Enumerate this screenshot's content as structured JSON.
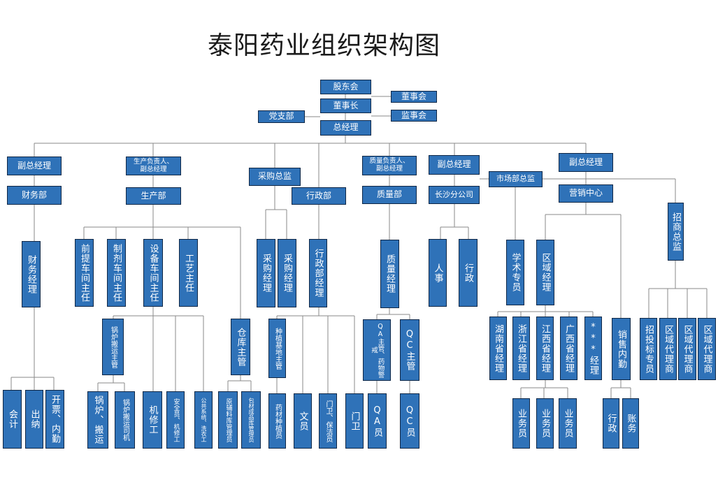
{
  "title": "泰阳药业组织架构图",
  "colors": {
    "box": "#2f72b8",
    "border": "#0f2746",
    "text": "#ffffff",
    "line": "#8a8a8a"
  },
  "nodes": {
    "gudonghui": "股东会",
    "dongshihui": "董事会",
    "dongshizhang": "董事长",
    "jianshihui": "监事会",
    "dangzhibu": "党支部",
    "zongjingli": "总经理",
    "fuzong_cw": "副总经理",
    "shengchan_fzr": "生产负责人、\n副总经理",
    "caigou_zongjian": "采购总监",
    "zhiliang_fzr": "质量负责人、\n副总经理",
    "fuzong_cs": "副总经理",
    "shichangbu_zongjian": "市场部总监",
    "fuzong_yx": "副总经理",
    "caiwubu": "财务部",
    "shengchanbu": "生产部",
    "xingzhengbu": "行政部",
    "zhiliangbu": "质量部",
    "changsha": "长沙分公司",
    "yingxiao": "营销中心",
    "zhaoshang_zongjian": "招商总监",
    "caiwu_jingli": "财务经理",
    "qiantishe": "前提车间主任",
    "zhiji": "制剂车间主任",
    "shebei": "设备车间主任",
    "gongyi": "工艺主任",
    "cangku": "仓库主管",
    "guolu_zhuguan": "锅炉搬运主管",
    "caigou_jingli1": "采购经理",
    "caigou_jingli2": "采购经理",
    "xingzheng_jingli": "行政部经理",
    "zhongzhi": "种植基地主管",
    "zhiliang_jingli": "质量经理",
    "qa_zhuguan": "QA主管、药物警戒",
    "qc_zhuguan": "QC主管",
    "renshi": "人事",
    "xingzheng_cs": "行政",
    "xueshu": "学术专员",
    "quyu_jingli": "区域经理",
    "hunan": "湖南省经理",
    "zhejiang": "浙江省经理",
    "jiangxi": "江西省经理",
    "guangxi": "广西省经理",
    "xxx": "***经理",
    "xiaoshou_neiqin": "销售内勤",
    "zhaotoubiao": "招投标专员",
    "quyu_daili1": "区域代理商",
    "quyu_daili2": "区域代理商",
    "quyu_daili3": "区域代理商",
    "kuaiji": "会计",
    "chuna": "出纳",
    "kaipiao": "开票、内勤",
    "guolu_banyun": "锅炉、搬运",
    "guolu_siji": "锅炉搬运司机",
    "jixiu": "机修工",
    "anquan": "安全员、机修工",
    "gonggong": "公共系统、洗衣工",
    "yuanfuliao": "原辅料库管理员",
    "chengpin": "包材成品库管理员",
    "yaocai_zhongzhi": "药材种植员",
    "wenyuan": "文员",
    "menwei_baojie": "门卫、保洁员",
    "menwei": "门卫",
    "qa_yuan": "QA员",
    "qc_yuan": "QC员",
    "yewu1": "业务员",
    "yewu2": "业务员",
    "yewu3": "业务员",
    "xingzheng_yx": "行政",
    "zhangwu": "账务"
  }
}
